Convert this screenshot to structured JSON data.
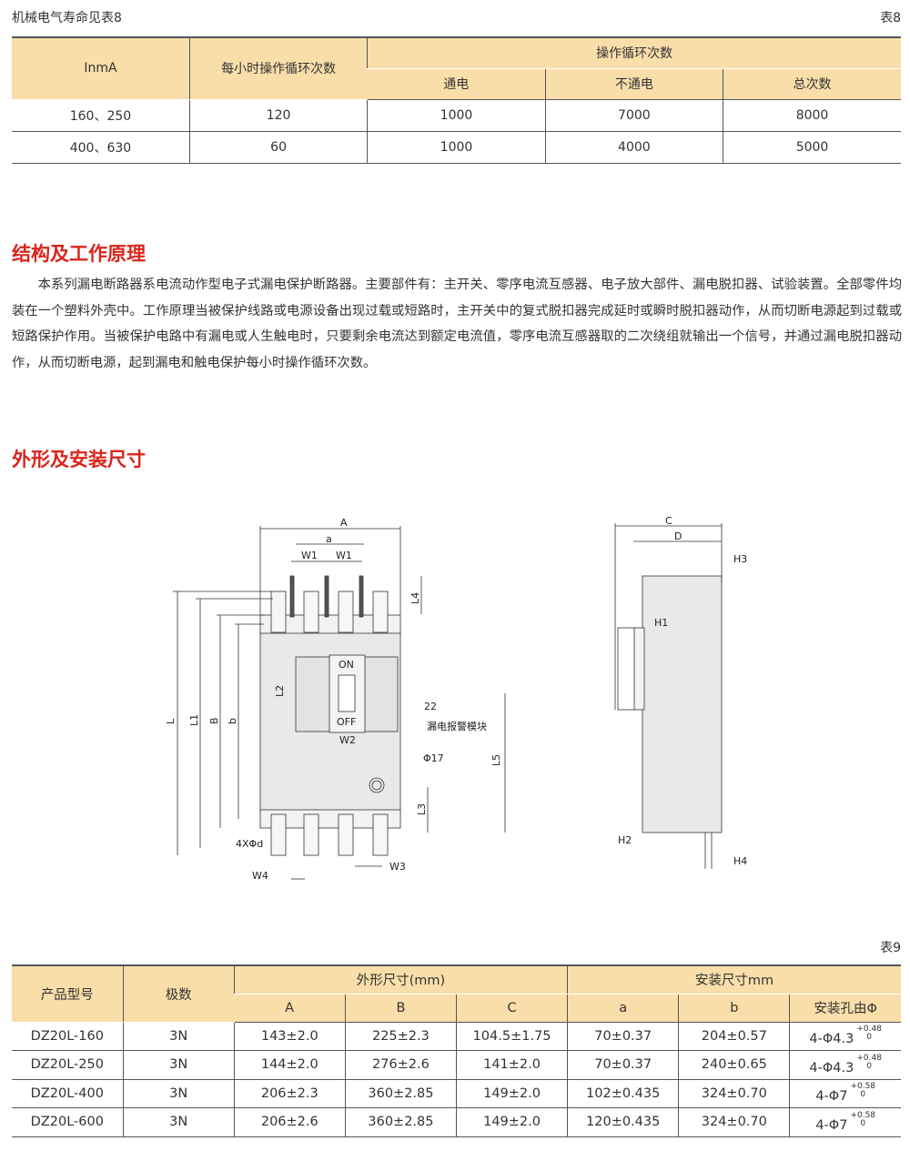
{
  "table8": {
    "caption": "机械电气寿命见表8",
    "label": "表8",
    "headers": {
      "inma": "InmA",
      "per_hour": "每小时操作循环次数",
      "cycles": "操作循环次数",
      "on": "通电",
      "off": "不通电",
      "total": "总次数"
    },
    "rows": [
      [
        "160、250",
        "120",
        "1000",
        "7000",
        "8000"
      ],
      [
        "400、630",
        "60",
        "1000",
        "4000",
        "5000"
      ]
    ]
  },
  "section1": {
    "title": "结构及工作原理",
    "body": "本系列漏电断路器系电流动作型电子式漏电保护断路器。主要部件有：主开关、零序电流互感器、电子放大部件、漏电脱扣器、试验装置。全部零件均装在一个塑料外壳中。工作原理当被保护线路或电源设备出现过载或短路时，主开关中的复式脱扣器完成延时或瞬时脱扣器动作，从而切断电源起到过载或短路保护作用。当被保护电路中有漏电或人生触电时，只要剩余电流达到额定电流值，零序电流互感器取的二次绕组就输出一个信号，并通过漏电脱扣器动作，从而切断电源，起到漏电和触电保护每小时操作循环次数。"
  },
  "section2": {
    "title": "外形及安装尺寸"
  },
  "diagram": {
    "A": "A",
    "a": "a",
    "W1": "W1",
    "L4": "L4",
    "L": "L",
    "L1": "L1",
    "B": "B",
    "b": "b",
    "L2": "L2",
    "ON": "ON",
    "OFF": "OFF",
    "W2": "W2",
    "d22": "22",
    "module": "漏电报警模块",
    "phi17": "Φ17",
    "L5": "L5",
    "L3": "L3",
    "hole": "4XΦd",
    "W4": "W4",
    "W3": "W3",
    "C": "C",
    "D": "D",
    "H3": "H3",
    "H1": "H1",
    "H2": "H2",
    "H4": "H4"
  },
  "table9": {
    "label": "表9",
    "headers": {
      "model": "产品型号",
      "poles": "极数",
      "outline": "外形尺寸(mm)",
      "install": "安装尺寸mm",
      "A": "A",
      "B": "B",
      "C": "C",
      "a": "a",
      "b": "b",
      "hole": "安装孔由Φ"
    },
    "rows": [
      {
        "model": "DZ20L-160",
        "poles": "3N",
        "A": "143±2.0",
        "B": "225±2.3",
        "C": "104.5±1.75",
        "a": "70±0.37",
        "b": "204±0.57",
        "hole": "4-Φ4.3",
        "tol_up": "+0.48",
        "tol_low": "0"
      },
      {
        "model": "DZ20L-250",
        "poles": "3N",
        "A": "144±2.0",
        "B": "276±2.6",
        "C": "141±2.0",
        "a": "70±0.37",
        "b": "240±0.65",
        "hole": "4-Φ4.3",
        "tol_up": "+0.48",
        "tol_low": "0"
      },
      {
        "model": "DZ20L-400",
        "poles": "3N",
        "A": "206±2.3",
        "B": "360±2.85",
        "C": "149±2.0",
        "a": "102±0.435",
        "b": "324±0.70",
        "hole": "4-Φ7",
        "tol_up": "+0.58",
        "tol_low": "0"
      },
      {
        "model": "DZ20L-600",
        "poles": "3N",
        "A": "206±2.6",
        "B": "360±2.85",
        "C": "149±2.0",
        "a": "120±0.435",
        "b": "324±0.70",
        "hole": "4-Φ7",
        "tol_up": "+0.58",
        "tol_low": "0"
      }
    ]
  }
}
